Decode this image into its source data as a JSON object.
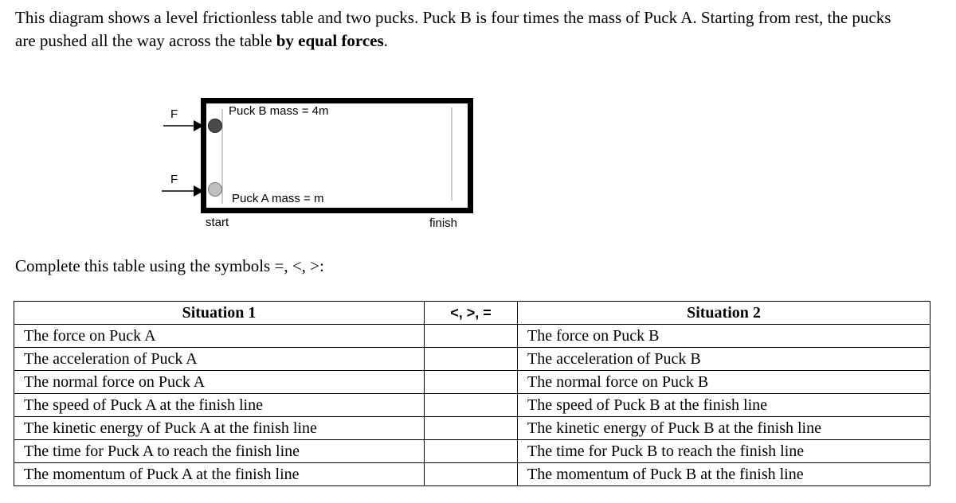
{
  "intro": {
    "text_before": "This diagram shows a level frictionless table and two pucks.  Puck B is four times the mass of Puck A.  Starting from rest, the pucks are pushed all the way across the table ",
    "bold": "by equal forces",
    "text_after": "."
  },
  "diagram": {
    "force_label_top": "F",
    "force_label_bottom": "F",
    "puck_b_label": "Puck B mass = 4m",
    "puck_a_label": "Puck A mass = m",
    "start_label": "start",
    "finish_label": "finish",
    "puck_b_color": "#4a4a4a",
    "puck_a_color": "#c0c0c0"
  },
  "prompt": "Complete this table using the symbols =, <, >:",
  "table": {
    "headers": [
      "Situation 1",
      "<, >, =",
      "Situation 2"
    ],
    "rows": [
      {
        "s1": "The force on Puck A",
        "cmp": "",
        "s2": "The force on Puck B"
      },
      {
        "s1": "The acceleration of Puck A",
        "cmp": "",
        "s2": "The acceleration of Puck B"
      },
      {
        "s1": "The normal force on Puck A",
        "cmp": "",
        "s2": "The normal force on Puck B"
      },
      {
        "s1": "The speed of Puck A at the finish line",
        "cmp": "",
        "s2": "The speed of Puck B at the finish line"
      },
      {
        "s1": "The kinetic energy of Puck A at the finish line",
        "cmp": "",
        "s2": "The kinetic energy of Puck B at the finish line"
      },
      {
        "s1": "The time for Puck A to reach the finish line",
        "cmp": "",
        "s2": "The time for Puck B to reach the finish line"
      },
      {
        "s1": "The momentum of Puck A at the finish line",
        "cmp": "",
        "s2": "The momentum of Puck B at the finish line"
      }
    ]
  }
}
